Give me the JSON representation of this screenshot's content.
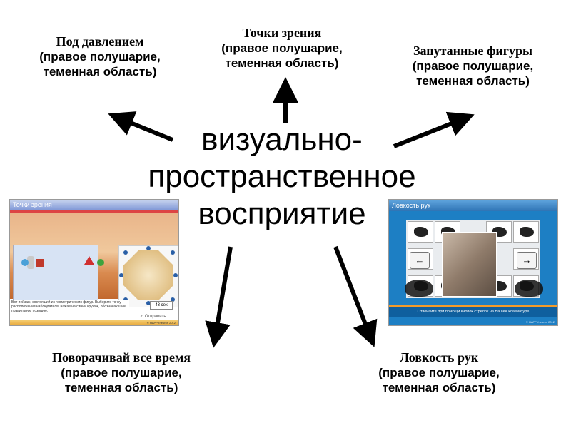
{
  "center": {
    "line1": "визуально-",
    "line2": "пространственное",
    "line3": "восприятие"
  },
  "labels": {
    "top_left": {
      "title": "Под давлением",
      "line2": "(правое полушарие,",
      "line3": "теменная область)"
    },
    "top_center": {
      "title": "Точки зрения",
      "line2": "(правое полушарие,",
      "line3": "теменная область)"
    },
    "top_right": {
      "title": "Запутанные фигуры",
      "line2": "(правое полушарие,",
      "line3": "теменная область)"
    },
    "bottom_left": {
      "title": "Поворачивай все время",
      "line2": "(правое полушарие,",
      "line3": "теменная область)"
    },
    "bottom_right": {
      "title": "Ловкость рук",
      "line2": "(правое полушарие,",
      "line3": "теменная область)"
    }
  },
  "screenshot_left": {
    "header": "Точки зрения",
    "caption": "Вот пейзаж, состоящий из геометрических фигур. Выберите точку расположения наблюдателя, нажав на синий кружок, обозначающий правильную позицию.",
    "timer": "43 сек",
    "submit": "Отправить",
    "copyright": "© HAPPYneuron 2012"
  },
  "screenshot_right": {
    "header": "Ловкость рук",
    "instruction": "Отвечайте при помощи кнопок стрелок на Вашей клавиатуре",
    "key_left": "←",
    "key_right": "→",
    "copyright": "© HAPPYneuron 2012"
  },
  "colors": {
    "arrow": "#000000",
    "left_header": "#7e96d6",
    "right_bg": "#1d7fc4",
    "accent_orange": "#f39b2a"
  }
}
